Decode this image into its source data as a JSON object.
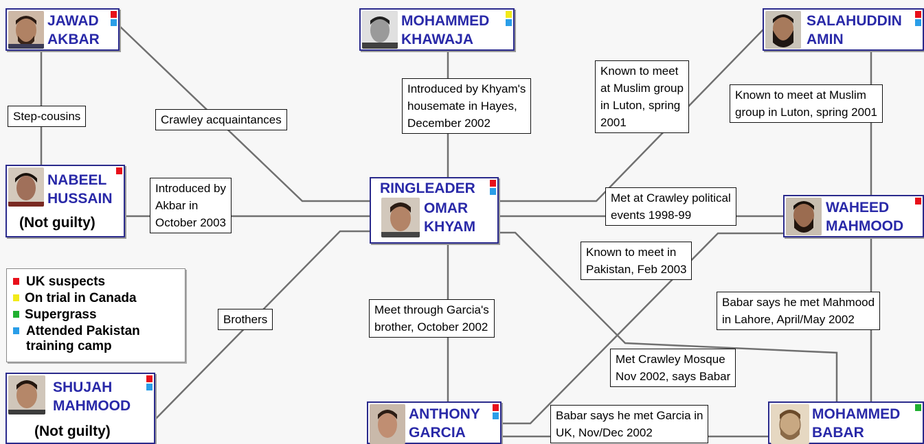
{
  "people": {
    "akbar": {
      "name_line1": "JAWAD",
      "name_line2": "AKBAR"
    },
    "khawaja": {
      "name_line1": "MOHAMMED",
      "name_line2": "KHAWAJA"
    },
    "amin": {
      "name_line1": "SALAHUDDIN",
      "name_line2": "AMIN"
    },
    "hussain": {
      "name_line1": "NABEEL",
      "name_line2": "HUSSAIN",
      "status": "(Not guilty)"
    },
    "khyam": {
      "role": "RINGLEADER",
      "name_line1": "OMAR",
      "name_line2": "KHYAM"
    },
    "waheed": {
      "name_line1": "WAHEED",
      "name_line2": "MAHMOOD"
    },
    "shujah": {
      "name_line1": "SHUJAH",
      "name_line2": "MAHMOOD",
      "status": "(Not guilty)"
    },
    "garcia": {
      "name_line1": "ANTHONY",
      "name_line2": "GARCIA"
    },
    "babar": {
      "name_line1": "MOHAMMED",
      "name_line2": "BABAR"
    }
  },
  "links": {
    "step_cousins": "Step-cousins",
    "crawley_acq": "Crawley acquaintances",
    "khawaja_1": "Introduced by Khyam's",
    "khawaja_2": "housemate in Hayes,",
    "khawaja_3": "December 2002",
    "luton_a1": "Known to meet",
    "luton_a2": "at Muslim group",
    "luton_a3": "in Luton, spring",
    "luton_a4": "2001",
    "luton_b1": "Known to meet at Muslim",
    "luton_b2": "group in Luton, spring 2001",
    "akbar_intro1": "Introduced by",
    "akbar_intro2": "Akbar in",
    "akbar_intro3": "October 2003",
    "crawley_pol1": "Met at Crawley political",
    "crawley_pol2": "events 1998-99",
    "pakistan1": "Known to meet in",
    "pakistan2": "Pakistan, Feb 2003",
    "lahore1": "Babar says he met Mahmood",
    "lahore2": "in Lahore, April/May 2002",
    "brothers": "Brothers",
    "garcia_brother1": "Meet through Garcia's",
    "garcia_brother2": "brother, October 2002",
    "mosque1": "Met Crawley Mosque",
    "mosque2": "Nov 2002, says Babar",
    "uk1": "Babar says he met Garcia in",
    "uk2": "UK, Nov/Dec 2002"
  },
  "legend": {
    "items": [
      {
        "label": "UK suspects",
        "color": "#e8101a"
      },
      {
        "label": "On trial in Canada",
        "color": "#f2ea1a"
      },
      {
        "label": "Supergrass",
        "color": "#20b030"
      },
      {
        "label": "Attended Pakistan",
        "label2": "training camp",
        "color": "#2a9ee8"
      }
    ]
  },
  "colors": {
    "name": "#2929a8",
    "line": "#666666",
    "box_border": "#2a2a8c"
  }
}
